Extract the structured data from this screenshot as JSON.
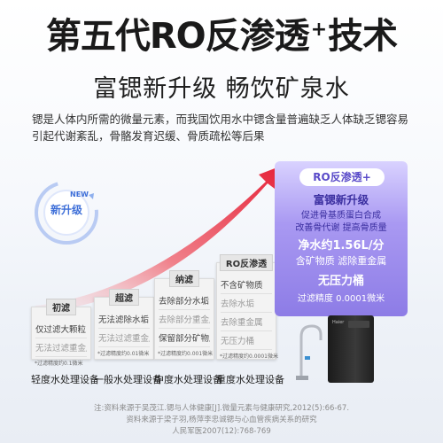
{
  "headline": {
    "main": "第五代RO反渗透",
    "plus": "+",
    "tail": "技术"
  },
  "subhead": "富锶新升级  畅饮矿泉水",
  "intro": "锶是人体内所需的微量元素，而我国饮用水中锶含量普遍缺乏人体缺乏锶容易引起代谢紊乱，骨骼发育迟缓、骨质疏松等后果",
  "badge": {
    "new": "NEW",
    "label": "新升级"
  },
  "steps": [
    {
      "tag": "初滤",
      "lines": [
        "仅过滤大颗粒",
        "无法过滤重金属"
      ],
      "note": "*过滤精度约0.1微米",
      "caption": "轻度水处理设备"
    },
    {
      "tag": "超滤",
      "lines": [
        "无法滤除水垢",
        "无法过滤重金属"
      ],
      "note": "*过滤精度约0.01微米",
      "caption": "一般水处理设备"
    },
    {
      "tag": "纳滤",
      "lines": [
        "去除部分水垢",
        "去除部分重金属",
        "保留部分矿物质"
      ],
      "note": "*过滤精度约0.001微米",
      "caption": "中度水处理设备"
    },
    {
      "tag": "RO反渗透",
      "lines": [
        "不含矿物质",
        "去除水垢",
        "去除重金属",
        "无压力桶"
      ],
      "note": "*过滤精度约0.0001微米",
      "caption": "重度水处理设备"
    }
  ],
  "card": {
    "tag": "RO反渗透+",
    "title": "富锶新升级",
    "line1": "促进骨基质蛋白合成",
    "line2": "改善骨代谢 提高骨质量",
    "flow": "净水约1.56L/分",
    "flow_sub": "含矿物质 滤除重金属",
    "tank": "无压力桶",
    "filter": "过滤精度 0.0001微米"
  },
  "machine": {
    "brand": "Haier"
  },
  "footnote": {
    "l1": "注:资料来源于吴茂江.锶与人体健康[J].微量元素与健康研究,2012(5):66-67.",
    "l2": "资料来源于梁子羽,杨萍李忠诚锶与心血管疾病关系的研究",
    "l3": "人民军医2007(12):768-769"
  },
  "colors": {
    "arrow": "#e6243a",
    "accent": "#3e6fd8",
    "card": "#9a8aec"
  }
}
